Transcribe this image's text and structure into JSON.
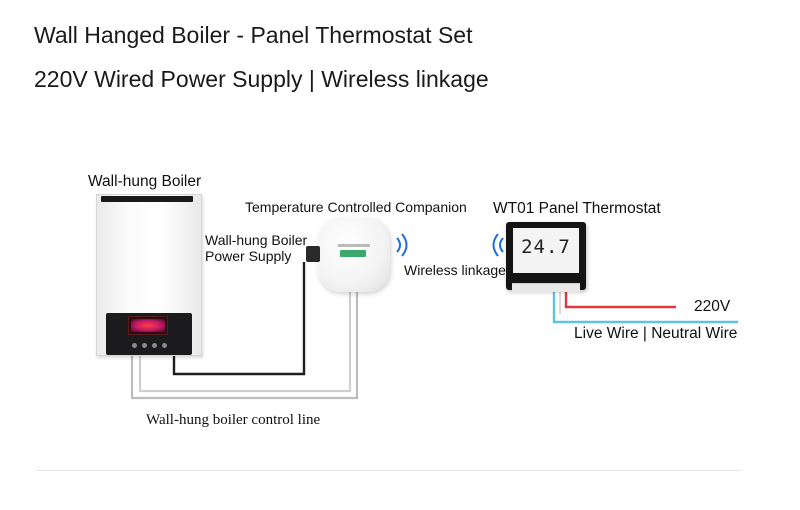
{
  "header": {
    "title": "Wall Hanged Boiler - Panel Thermostat Set",
    "subtitle": "220V Wired Power Supply | Wireless linkage"
  },
  "diagram": {
    "boiler_label": "Wall-hung Boiler",
    "companion_label": "Temperature Controlled Companion",
    "power_supply_label_line1": "Wall-hung Boiler",
    "power_supply_label_line2": "Power Supply",
    "wireless_label": "Wireless linkage",
    "thermostat_label": "WT01 Panel Thermostat",
    "thermostat_display": "24.7",
    "voltage_label": "220V",
    "wires_label": "Live Wire | Neutral Wire",
    "control_line_label": "Wall-hung boiler control line"
  },
  "colors": {
    "live_wire": "#e23a3a",
    "neutral_wire": "#5fc3e0",
    "control_wire_dark": "#1e1e1e",
    "control_wire_light": "#bdbdbd",
    "wifi_signal": "#1e6fd9"
  },
  "icons": {
    "wifi_left": "wifi-signal-icon",
    "wifi_right": "wifi-signal-icon"
  }
}
